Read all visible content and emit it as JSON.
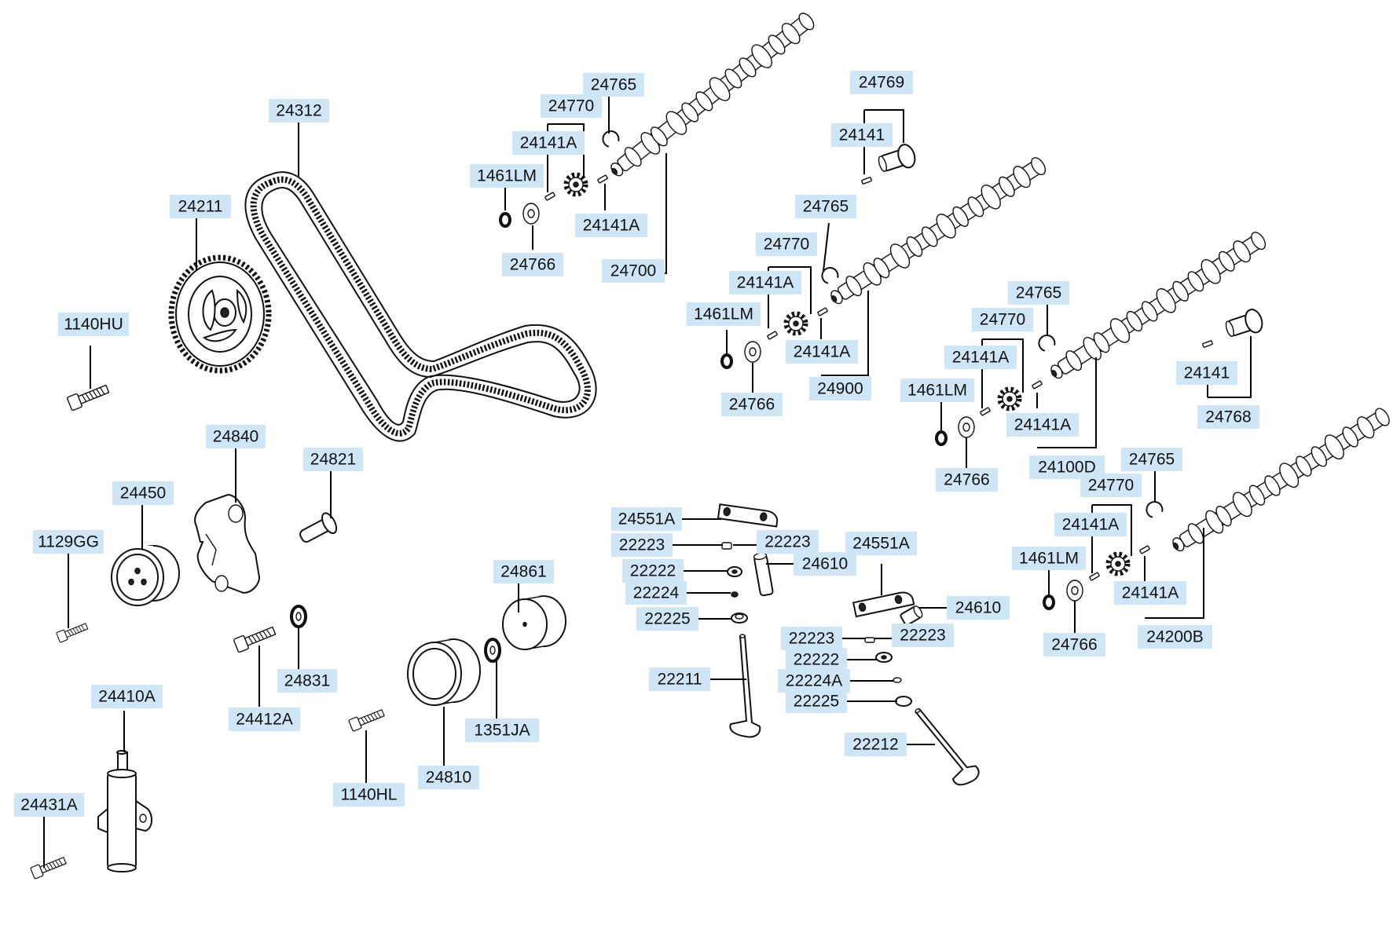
{
  "diagram": {
    "labels": [
      {
        "id": "24312",
        "text": "24312"
      },
      {
        "id": "24211",
        "text": "24211"
      },
      {
        "id": "1140HU",
        "text": "1140HU"
      },
      {
        "id": "24840",
        "text": "24840"
      },
      {
        "id": "24821",
        "text": "24821"
      },
      {
        "id": "24450",
        "text": "24450"
      },
      {
        "id": "1129GG",
        "text": "1129GG"
      },
      {
        "id": "24831",
        "text": "24831"
      },
      {
        "id": "24412A",
        "text": "24412A"
      },
      {
        "id": "24861",
        "text": "24861"
      },
      {
        "id": "1351JA",
        "text": "1351JA"
      },
      {
        "id": "24810",
        "text": "24810"
      },
      {
        "id": "1140HL",
        "text": "1140HL"
      },
      {
        "id": "24410A",
        "text": "24410A"
      },
      {
        "id": "24431A",
        "text": "24431A"
      },
      {
        "id": "24765-a",
        "text": "24765"
      },
      {
        "id": "24770-a",
        "text": "24770"
      },
      {
        "id": "24141A-a1",
        "text": "24141A"
      },
      {
        "id": "1461LM-a",
        "text": "1461LM"
      },
      {
        "id": "24141A-a2",
        "text": "24141A"
      },
      {
        "id": "24766-a",
        "text": "24766"
      },
      {
        "id": "24700",
        "text": "24700"
      },
      {
        "id": "24769",
        "text": "24769"
      },
      {
        "id": "24141-a",
        "text": "24141"
      },
      {
        "id": "24765-b",
        "text": "24765"
      },
      {
        "id": "24770-b",
        "text": "24770"
      },
      {
        "id": "24141A-b1",
        "text": "24141A"
      },
      {
        "id": "1461LM-b",
        "text": "1461LM"
      },
      {
        "id": "24141A-b2",
        "text": "24141A"
      },
      {
        "id": "24766-b",
        "text": "24766"
      },
      {
        "id": "24900",
        "text": "24900"
      },
      {
        "id": "24765-c",
        "text": "24765"
      },
      {
        "id": "24770-c",
        "text": "24770"
      },
      {
        "id": "24141A-c1",
        "text": "24141A"
      },
      {
        "id": "1461LM-c",
        "text": "1461LM"
      },
      {
        "id": "24141A-c2",
        "text": "24141A"
      },
      {
        "id": "24766-c",
        "text": "24766"
      },
      {
        "id": "24100D",
        "text": "24100D"
      },
      {
        "id": "24141-b",
        "text": "24141"
      },
      {
        "id": "24768",
        "text": "24768"
      },
      {
        "id": "24765-d",
        "text": "24765"
      },
      {
        "id": "24770-d",
        "text": "24770"
      },
      {
        "id": "24141A-d1",
        "text": "24141A"
      },
      {
        "id": "1461LM-d",
        "text": "1461LM"
      },
      {
        "id": "24141A-d2",
        "text": "24141A"
      },
      {
        "id": "24766-d",
        "text": "24766"
      },
      {
        "id": "24200B",
        "text": "24200B"
      },
      {
        "id": "24551A-a",
        "text": "24551A"
      },
      {
        "id": "22223-a1",
        "text": "22223"
      },
      {
        "id": "22223-a2",
        "text": "22223"
      },
      {
        "id": "22222-a",
        "text": "22222"
      },
      {
        "id": "24610-a",
        "text": "24610"
      },
      {
        "id": "22224",
        "text": "22224"
      },
      {
        "id": "22225-a",
        "text": "22225"
      },
      {
        "id": "22211",
        "text": "22211"
      },
      {
        "id": "24551A-b",
        "text": "24551A"
      },
      {
        "id": "24610-b",
        "text": "24610"
      },
      {
        "id": "22223-b1",
        "text": "22223"
      },
      {
        "id": "22223-b2",
        "text": "22223"
      },
      {
        "id": "22222-b",
        "text": "22222"
      },
      {
        "id": "22224A",
        "text": "22224A"
      },
      {
        "id": "22225-b",
        "text": "22225"
      },
      {
        "id": "22212",
        "text": "22212"
      }
    ]
  }
}
